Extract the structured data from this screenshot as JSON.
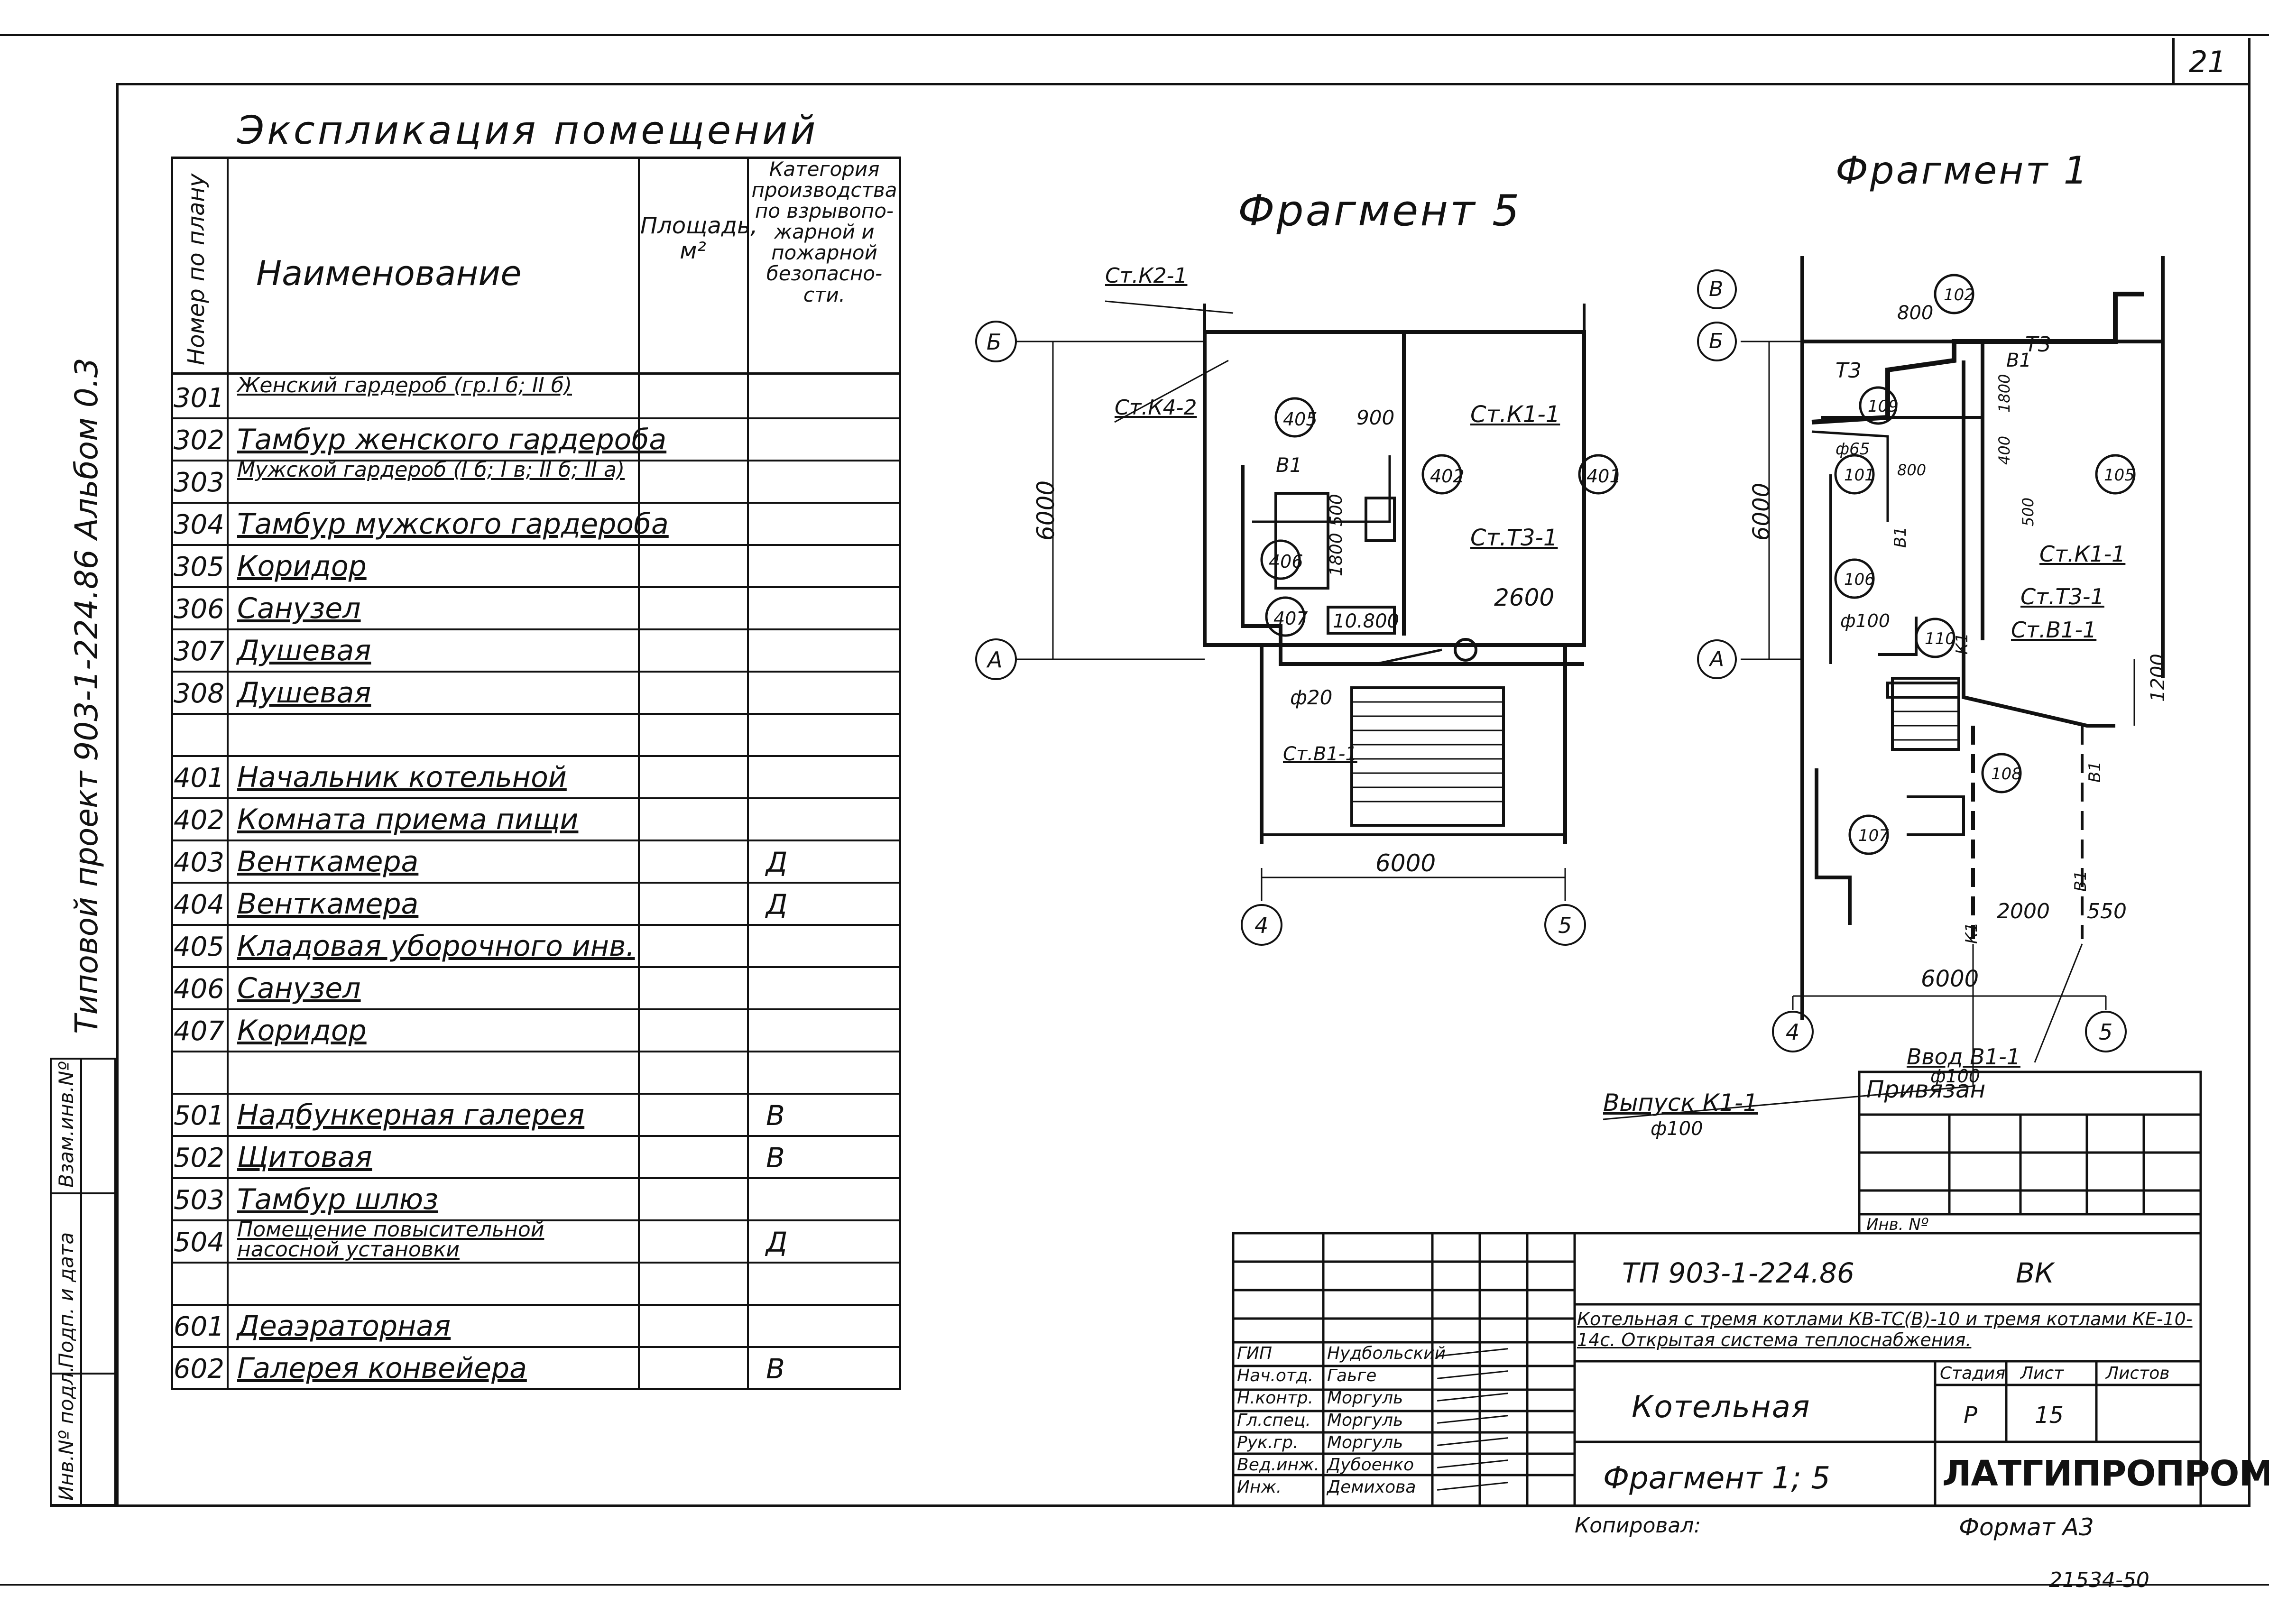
{
  "sheet_number": "21",
  "side_label": "Типовой проект 903-1-224.86 Альбом 0.3",
  "explication": {
    "title": "Экспликация помещений",
    "headers": {
      "number": "Номер по плану",
      "name": "Наименование",
      "area": "Площадь, м²",
      "category": "Категория производства по взрывопо-жарной и пожарной безопасно-сти."
    },
    "rows": [
      {
        "num": "301",
        "name": "Женский гардероб (гр.I б; II б)",
        "cat": ""
      },
      {
        "num": "302",
        "name": "Тамбур женского гардероба",
        "cat": ""
      },
      {
        "num": "303",
        "name": "Мужской гардероб (I б; I в; II б; II а)",
        "cat": ""
      },
      {
        "num": "304",
        "name": "Тамбур мужского гардероба",
        "cat": ""
      },
      {
        "num": "305",
        "name": "Коридор",
        "cat": ""
      },
      {
        "num": "306",
        "name": "Санузел",
        "cat": ""
      },
      {
        "num": "307",
        "name": "Душевая",
        "cat": ""
      },
      {
        "num": "308",
        "name": "Душевая",
        "cat": ""
      },
      {
        "num": "",
        "name": "",
        "cat": ""
      },
      {
        "num": "401",
        "name": "Начальник котельной",
        "cat": ""
      },
      {
        "num": "402",
        "name": "Комната приема пищи",
        "cat": ""
      },
      {
        "num": "403",
        "name": "Венткамера",
        "cat": "Д"
      },
      {
        "num": "404",
        "name": "Венткамера",
        "cat": "Д"
      },
      {
        "num": "405",
        "name": "Кладовая уборочного инв.",
        "cat": ""
      },
      {
        "num": "406",
        "name": "Санузел",
        "cat": ""
      },
      {
        "num": "407",
        "name": "Коридор",
        "cat": ""
      },
      {
        "num": "",
        "name": "",
        "cat": ""
      },
      {
        "num": "501",
        "name": "Надбункерная галерея",
        "cat": "В"
      },
      {
        "num": "502",
        "name": "Щитовая",
        "cat": "В"
      },
      {
        "num": "503",
        "name": "Тамбур шлюз",
        "cat": ""
      },
      {
        "num": "504",
        "name": "Помещение повысительной насосной установки",
        "cat": "Д"
      },
      {
        "num": "",
        "name": "",
        "cat": ""
      },
      {
        "num": "601",
        "name": "Деаэраторная",
        "cat": ""
      },
      {
        "num": "602",
        "name": "Галерея конвейера",
        "cat": "В"
      }
    ]
  },
  "fragment5": {
    "title": "Фрагмент 5",
    "axes": [
      "Б",
      "А",
      "4",
      "5"
    ],
    "dims": [
      "6000",
      "6000",
      "2600",
      "1800",
      "500",
      "900",
      "10.800"
    ],
    "rooms": [
      "405",
      "402",
      "401",
      "406",
      "407"
    ],
    "labels": [
      "Ст.К2-1",
      "Ст.К4-2",
      "Ст.К1-1",
      "Ст.Т3-1",
      "Ст.В1-1",
      "В1",
      "ф20"
    ]
  },
  "fragment1": {
    "title": "Фрагмент 1",
    "axes": [
      "В",
      "Б",
      "А",
      "4",
      "5"
    ],
    "dims": [
      "6000",
      "6000",
      "800",
      "800",
      "400",
      "1800",
      "500",
      "2000",
      "550",
      "1200"
    ],
    "rooms": [
      "102",
      "109",
      "101",
      "105",
      "106",
      "110",
      "108",
      "107"
    ],
    "labels": [
      "Т3",
      "Т3",
      "В1",
      "ф65",
      "ф100",
      "В1",
      "К1",
      "Ст.К1-1",
      "Ст.Т3-1",
      "Ст.В1-1",
      "В1",
      "К1",
      "В1"
    ],
    "vvod": "Ввод В1-1",
    "vvod_dia": "ф100",
    "vypusk": "Выпуск К1-1",
    "vypusk_dia": "ф100"
  },
  "binding": {
    "privyazan": "Привязан",
    "inv": "Инв. Nº"
  },
  "left_stamp": {
    "items": [
      "Взам.инв.Nº",
      "Подп. и дата",
      "Инв.Nº подл."
    ]
  },
  "title_block": {
    "code": "ТП 903-1-224.86",
    "mark": "ВК",
    "description": "Котельная с тремя котлами КВ-ТС(В)-10 и тремя котлами КЕ-10-14с. Открытая система теплоснабжения.",
    "object": "Котельная",
    "sheet_title": "Фрагмент 1; 5",
    "org": "ЛАТГИПРОПРОМ",
    "stage_h": "Стадия",
    "sheet_h": "Лист",
    "sheets_h": "Листов",
    "stage": "Р",
    "sheet": "15",
    "sheets": "",
    "people": [
      {
        "role": "ГИП",
        "name": "Нудбольский"
      },
      {
        "role": "Нач.отд.",
        "name": "Гаьге"
      },
      {
        "role": "Н.контр.",
        "name": "Моргуль"
      },
      {
        "role": "Гл.спец.",
        "name": "Моргуль"
      },
      {
        "role": "Рук.гр.",
        "name": "Моргуль"
      },
      {
        "role": "Вед.инж.",
        "name": "Дубоенко"
      },
      {
        "role": "Инж.",
        "name": "Демихова"
      }
    ]
  },
  "footer": {
    "copied": "Копировал:",
    "format": "Формат А3",
    "number": "21534-50"
  }
}
